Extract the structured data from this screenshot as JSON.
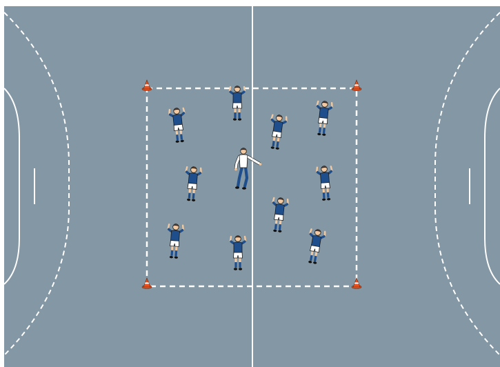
{
  "court": {
    "surface_color": "#8497a4",
    "line_color": "#ffffff",
    "outer_background": "#ffffff"
  },
  "cones": {
    "count": 4,
    "color": "#e8501f",
    "stripe_color": "#ffffff"
  },
  "players": {
    "count": 10,
    "shirt_color": "#1f4e8c",
    "shorts_color": "#ffffff",
    "socks_color": "#1f4e8c",
    "skin_color": "#f2c9a0",
    "hair_color": "#3a2418"
  },
  "chaser": {
    "count": 1,
    "shirt_color": "#ffffff",
    "trousers_color": "#1f4e8c"
  }
}
